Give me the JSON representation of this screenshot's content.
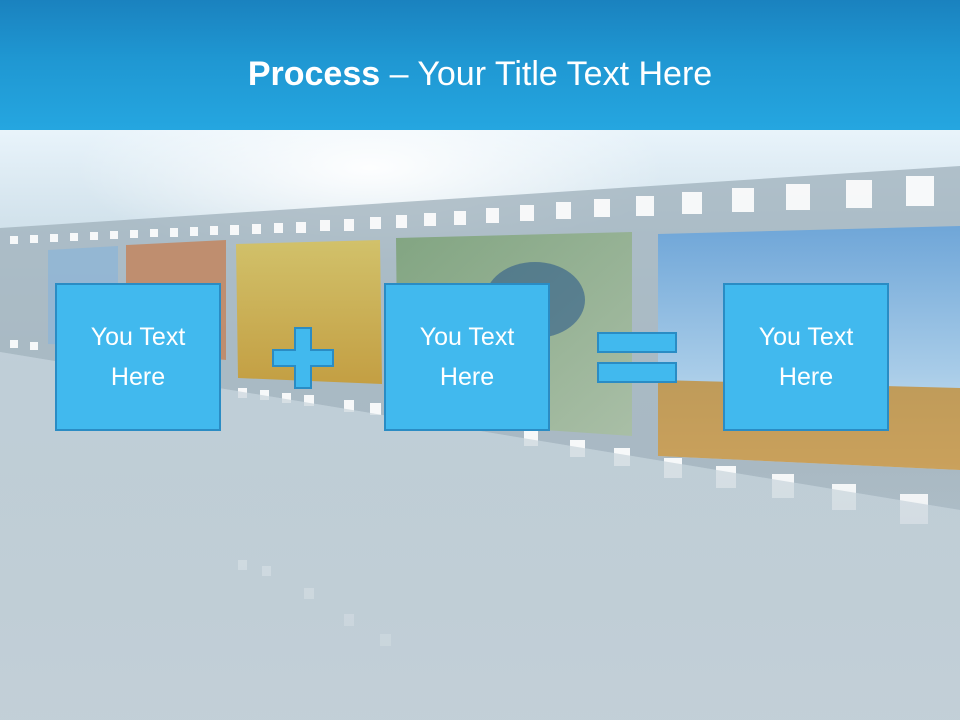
{
  "slide": {
    "title_bold": "Process",
    "title_rest": " – Your Title Text Here"
  },
  "boxes": [
    {
      "line1": "You Text",
      "line2": "Here"
    },
    {
      "line1": "You Text",
      "line2": "Here"
    },
    {
      "line1": "You Text",
      "line2": "Here"
    }
  ],
  "operators": [
    "plus-icon",
    "equals-icon"
  ],
  "colors": {
    "header": "#1f97d2",
    "box_fill": "#41b9ee",
    "box_border": "#2a8cc4",
    "text": "#ffffff"
  }
}
